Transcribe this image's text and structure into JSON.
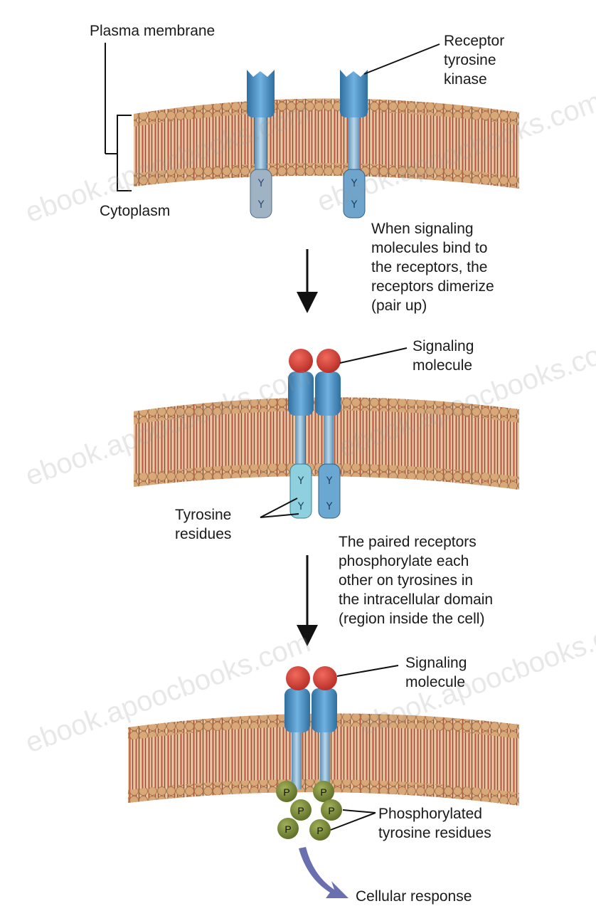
{
  "labels": {
    "plasma_membrane": "Plasma membrane",
    "cytoplasm": "Cytoplasm",
    "receptor_line1": "Receptor",
    "receptor_line2": "tyrosine",
    "receptor_line3": "kinase",
    "step1_line1": "When signaling",
    "step1_line2": "molecules bind to",
    "step1_line3": "the receptors, the",
    "step1_line4": "receptors dimerize",
    "step1_line5": "(pair up)",
    "signaling_a_line1": "Signaling",
    "signaling_a_line2": "molecule",
    "tyrosine_line1": "Tyrosine",
    "tyrosine_line2": "residues",
    "step2_line1": "The paired receptors",
    "step2_line2": "phosphorylate each",
    "step2_line3": "other on tyrosines in",
    "step2_line4": "the intracellular domain",
    "step2_line5": "(region inside the cell)",
    "signaling_b_line1": "Signaling",
    "signaling_b_line2": "molecule",
    "phos_line1": "Phosphorylated",
    "phos_line2": "tyrosine residues",
    "cellular_response": "Cellular response",
    "phosphate_symbol": "P"
  },
  "watermarks": [
    "ebook.apoocbooks.com",
    "ebook.apoocbooks.com",
    "ebook.apoocbooks.com",
    "ebook.apoocbooks.com",
    "ebook.apoocbooks.com",
    "ebook.apoocbooks.com"
  ],
  "colors": {
    "lipid_head": "#d9a878",
    "lipid_tail": "#c0554f",
    "pink_head": "#e38ab0",
    "receptor_blue": "#4f95c9",
    "receptor_dark": "#2f6f9f",
    "signal_red": "#d23b34",
    "phosphate_green": "#7a8a3a",
    "arrow_purple": "#6a6fb0"
  }
}
